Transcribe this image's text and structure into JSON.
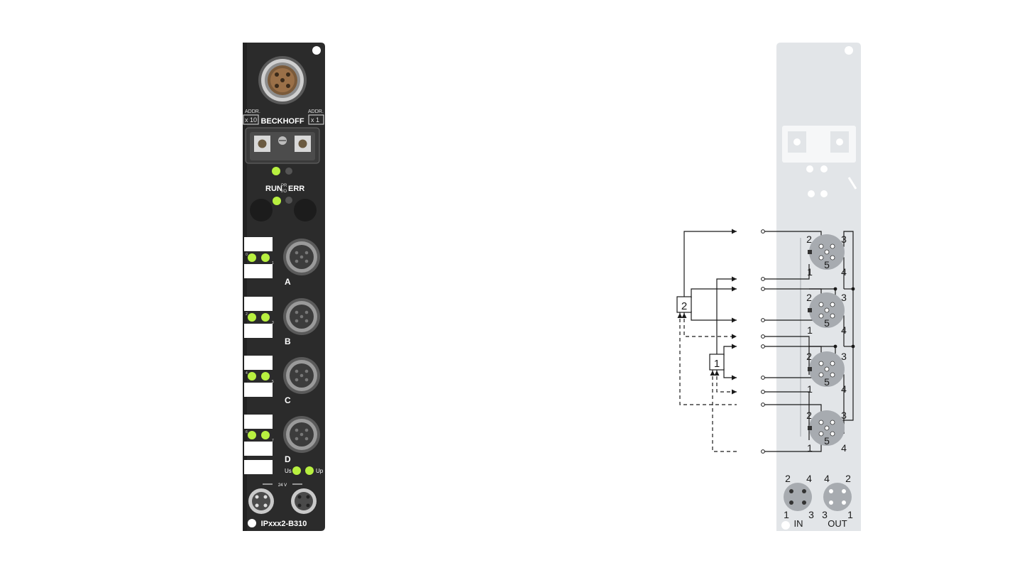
{
  "module": {
    "brand": "BECKHOFF",
    "model": "IPxxx2-B310",
    "addr_left_label": "ADDR.",
    "addr_left_value": "x 10",
    "addr_right_label": "ADDR.",
    "addr_right_value": "x 1",
    "status_run": "RUN",
    "status_prg_top": "PR",
    "status_prg_bottom": "I/O",
    "status_err": "ERR",
    "sockets": [
      "A",
      "B",
      "C",
      "D"
    ],
    "led_numbers": [
      "0",
      "1",
      "2",
      "3",
      "4",
      "5",
      "6",
      "7"
    ],
    "supply_us": "Us",
    "supply_up": "Up",
    "supply_voltage": "24 V",
    "colors": {
      "body": "#2b2b2b",
      "led": "#b8f040",
      "socket": "#4a4a4a",
      "label_plate": "#ffffff"
    }
  },
  "diagram": {
    "box_labels": [
      "2",
      "1"
    ],
    "m12_pin_labels": [
      "2",
      "3",
      "1",
      "4",
      "5"
    ],
    "power_in_label": "IN",
    "power_out_label": "OUT",
    "power_in_pins": [
      "2",
      "4",
      "1",
      "3"
    ],
    "power_out_pins": [
      "4",
      "2",
      "3",
      "1"
    ],
    "colors": {
      "panel": "#e2e5e8",
      "connector": "#a7abb0",
      "line": "#1a1a1a"
    }
  }
}
